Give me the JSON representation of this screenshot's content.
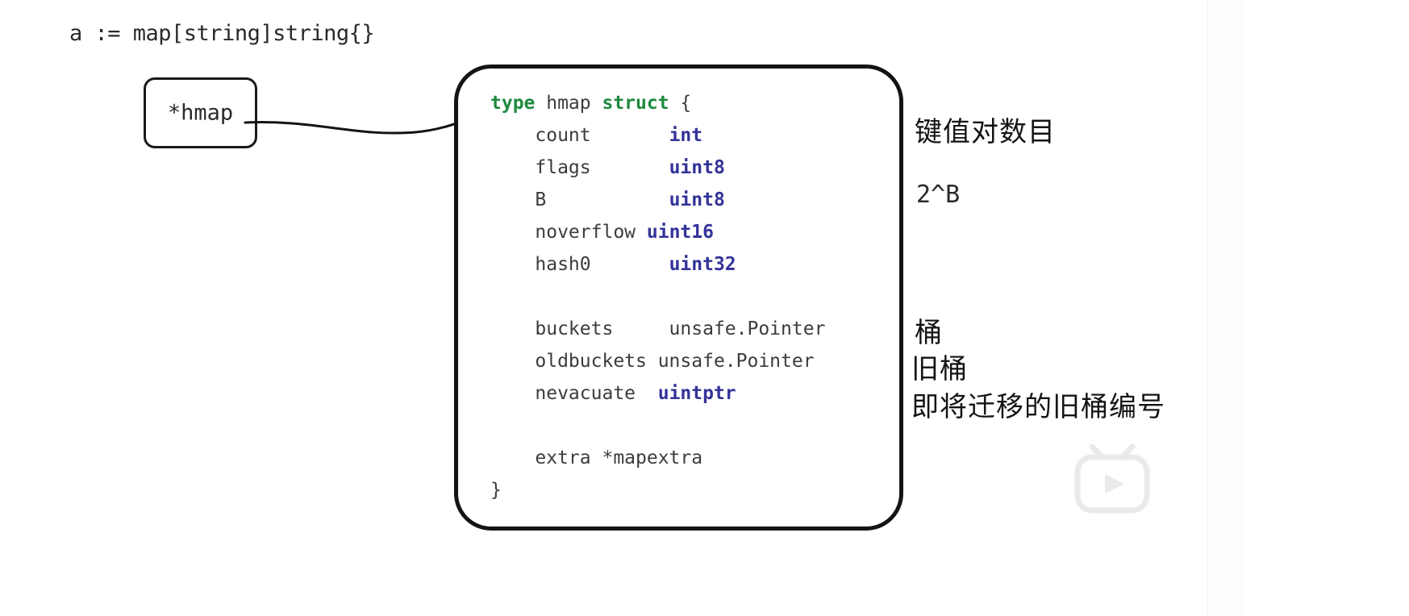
{
  "canvas": {
    "declaration": "a := map[string]string{}",
    "pointer_box": {
      "label": "*hmap"
    },
    "struct_code": {
      "lines": [
        [
          {
            "t": "type",
            "c": "kw"
          },
          {
            "t": " hmap ",
            "c": "pln"
          },
          {
            "t": "struct",
            "c": "kw"
          },
          {
            "t": " {",
            "c": "pln"
          }
        ],
        [
          {
            "t": "    count       ",
            "c": "pln"
          },
          {
            "t": "int",
            "c": "typ"
          }
        ],
        [
          {
            "t": "    flags       ",
            "c": "pln"
          },
          {
            "t": "uint8",
            "c": "typ"
          }
        ],
        [
          {
            "t": "    B           ",
            "c": "pln"
          },
          {
            "t": "uint8",
            "c": "typ"
          }
        ],
        [
          {
            "t": "    noverflow ",
            "c": "pln"
          },
          {
            "t": "uint16",
            "c": "typ"
          }
        ],
        [
          {
            "t": "    hash0       ",
            "c": "pln"
          },
          {
            "t": "uint32",
            "c": "typ"
          }
        ],
        [
          {
            "t": " ",
            "c": "pln"
          }
        ],
        [
          {
            "t": "    buckets     unsafe.Pointer",
            "c": "pln"
          }
        ],
        [
          {
            "t": "    oldbuckets unsafe.Pointer",
            "c": "pln"
          }
        ],
        [
          {
            "t": "    nevacuate  ",
            "c": "pln"
          },
          {
            "t": "uintptr",
            "c": "typ"
          }
        ],
        [
          {
            "t": " ",
            "c": "pln"
          }
        ],
        [
          {
            "t": "    extra *mapextra",
            "c": "pln"
          }
        ],
        [
          {
            "t": "}",
            "c": "pln"
          }
        ]
      ]
    },
    "annotations": [
      {
        "text": "键值对数目"
      },
      {
        "text": "2^B"
      },
      {
        "text": "桶"
      },
      {
        "text": "旧桶"
      },
      {
        "text": "即将迁移的旧桶编号"
      }
    ],
    "colors": {
      "keyword_green": "#1f8a3e",
      "type_navy": "#333399",
      "ink_black": "#141414",
      "code_gray": "#3c3c3c",
      "accent_orange": "#f59a23"
    }
  }
}
